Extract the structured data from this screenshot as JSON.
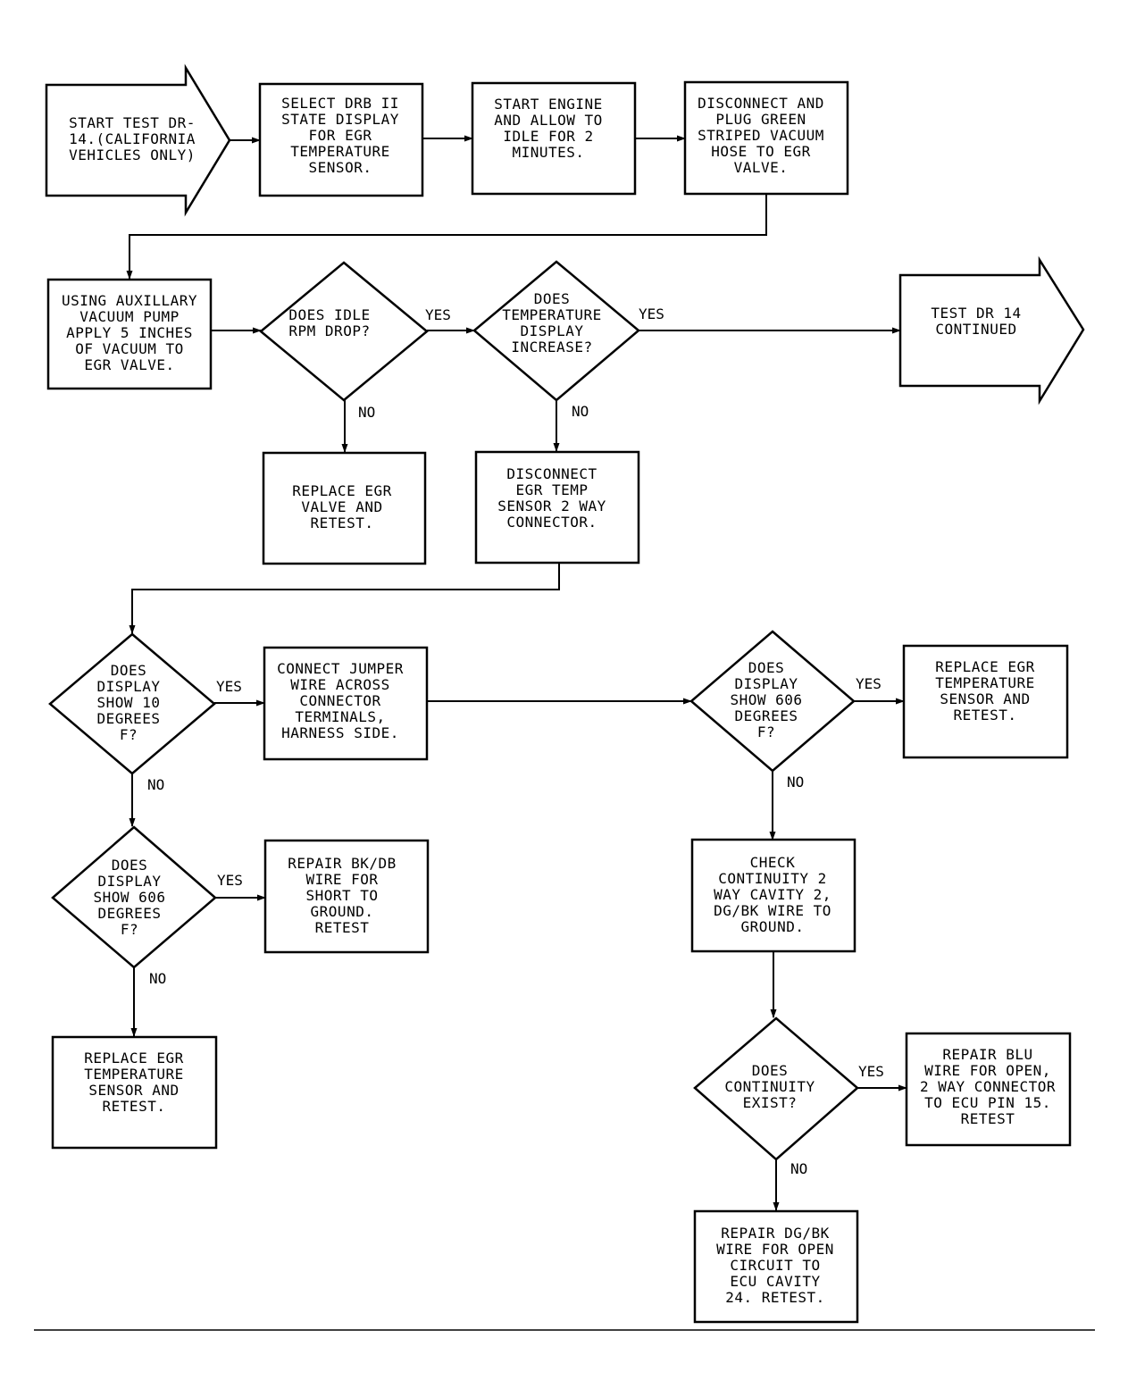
{
  "nodes": {
    "n1": {
      "lines": [
        "START TEST DR-",
        "14.(CALIFORNIA",
        "VEHICLES ONLY)"
      ]
    },
    "n2": {
      "lines": [
        "SELECT DRB II",
        "STATE DISPLAY",
        "FOR EGR",
        "TEMPERATURE",
        "SENSOR."
      ]
    },
    "n3": {
      "lines": [
        "START ENGINE",
        "AND ALLOW TO",
        "IDLE FOR 2",
        "MINUTES."
      ]
    },
    "n4": {
      "lines": [
        "DISCONNECT AND",
        "PLUG GREEN",
        "STRIPED VACUUM",
        "HOSE TO EGR",
        "VALVE."
      ]
    },
    "n5": {
      "lines": [
        "USING AUXILLARY",
        "VACUUM PUMP",
        "APPLY 5 INCHES",
        "OF VACUUM TO",
        "EGR VALVE."
      ]
    },
    "n6": {
      "lines": [
        "DOES IDLE",
        "RPM DROP?"
      ]
    },
    "n7": {
      "lines": [
        "DOES",
        "TEMPERATURE",
        "DISPLAY",
        "INCREASE?"
      ]
    },
    "n8": {
      "lines": [
        "TEST DR 14",
        "CONTINUED"
      ]
    },
    "n9": {
      "lines": [
        "REPLACE EGR",
        "VALVE AND",
        "RETEST."
      ]
    },
    "n10": {
      "lines": [
        "DISCONNECT",
        "EGR TEMP",
        "SENSOR 2 WAY",
        "CONNECTOR."
      ]
    },
    "n11": {
      "lines": [
        "DOES",
        "DISPLAY",
        "SHOW 10",
        "DEGREES",
        "F?"
      ]
    },
    "n12": {
      "lines": [
        "CONNECT JUMPER",
        "WIRE ACROSS",
        "CONNECTOR",
        "TERMINALS,",
        "HARNESS SIDE."
      ]
    },
    "n13": {
      "lines": [
        "DOES",
        "DISPLAY",
        "SHOW 606",
        "DEGREES",
        "F?"
      ]
    },
    "n14": {
      "lines": [
        "REPLACE EGR",
        "TEMPERATURE",
        "SENSOR AND",
        "RETEST."
      ]
    },
    "n15": {
      "lines": [
        "DOES",
        "DISPLAY",
        "SHOW 606",
        "DEGREES",
        "F?"
      ]
    },
    "n16": {
      "lines": [
        "REPAIR BK/DB",
        "WIRE FOR",
        "SHORT TO",
        "GROUND.",
        "RETEST"
      ]
    },
    "n17": {
      "lines": [
        "REPLACE EGR",
        "TEMPERATURE",
        "SENSOR AND",
        "RETEST."
      ]
    },
    "n18": {
      "lines": [
        "CHECK",
        "CONTINUITY 2",
        "WAY CAVITY 2,",
        "DG/BK WIRE TO",
        "GROUND."
      ]
    },
    "n19": {
      "lines": [
        "DOES",
        "CONTINUITY",
        "EXIST?"
      ]
    },
    "n20": {
      "lines": [
        "REPAIR BLU",
        "WIRE FOR OPEN,",
        "2 WAY CONNECTOR",
        "TO ECU PIN 15.",
        "RETEST"
      ]
    },
    "n21": {
      "lines": [
        "REPAIR DG/BK",
        "WIRE FOR OPEN",
        "CIRCUIT TO",
        "ECU CAVITY",
        "24. RETEST."
      ]
    }
  },
  "labels": {
    "yes_rpm": "YES",
    "yes_temp": "YES",
    "no_rpm": "NO",
    "no_temp": "NO",
    "yes_10": "YES",
    "no_10": "NO",
    "yes_606a": "YES",
    "no_606a": "NO",
    "yes_606b": "YES",
    "no_606b": "NO",
    "yes_cont": "YES",
    "no_cont": "NO"
  }
}
